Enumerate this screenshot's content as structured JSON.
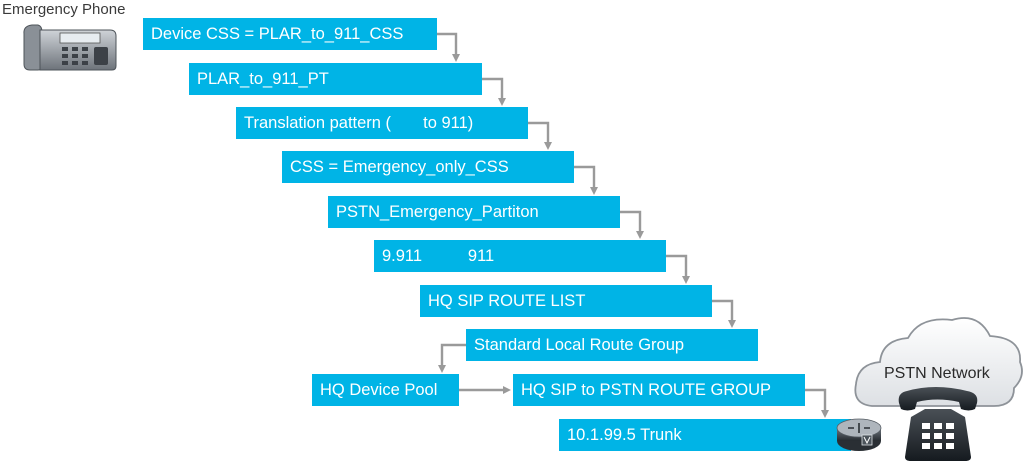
{
  "header": {
    "title": "Emergency Phone"
  },
  "flow": [
    {
      "id": "device-css",
      "label": "Device CSS = PLAR_to_911_CSS"
    },
    {
      "id": "plar-pt",
      "label": "PLAR_to_911_PT"
    },
    {
      "id": "translation",
      "label": "Translation pattern (       to 911)"
    },
    {
      "id": "css-emergency",
      "label": "CSS = Emergency_only_CSS"
    },
    {
      "id": "pstn-partition",
      "label": "PSTN_Emergency_Partiton"
    },
    {
      "id": "pattern-911",
      "label": "9.911          911"
    },
    {
      "id": "route-list",
      "label": "HQ SIP ROUTE LIST"
    },
    {
      "id": "local-route-group",
      "label": "Standard Local Route Group"
    },
    {
      "id": "device-pool",
      "label": "HQ Device Pool"
    },
    {
      "id": "sip-route-group",
      "label": "HQ SIP to PSTN ROUTE GROUP"
    },
    {
      "id": "trunk",
      "label": "10.1.99.5 Trunk"
    }
  ],
  "network": {
    "label": "PSTN Network"
  },
  "colors": {
    "box": "#00b4e6",
    "arrow": "#9a9a9a"
  },
  "icons": [
    "ip-phone-icon",
    "cloud-icon",
    "router-icon",
    "telephone-icon"
  ]
}
